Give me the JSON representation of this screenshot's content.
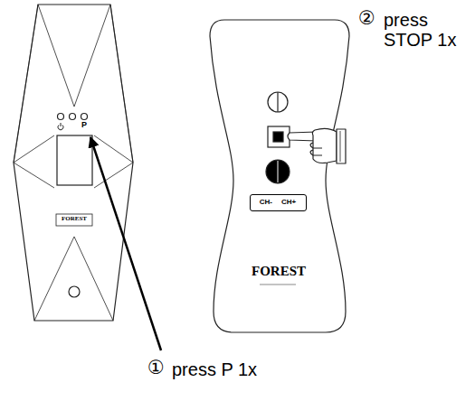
{
  "diagram": {
    "nodes": [
      {
        "text": [
          "CH-",
          "CH+"
        ]
      }
    ],
    "labels": [
      "P",
      "FOREST",
      "FOREST",
      "①",
      "press P 1x",
      "②",
      "press STOP 1x"
    ]
  }
}
